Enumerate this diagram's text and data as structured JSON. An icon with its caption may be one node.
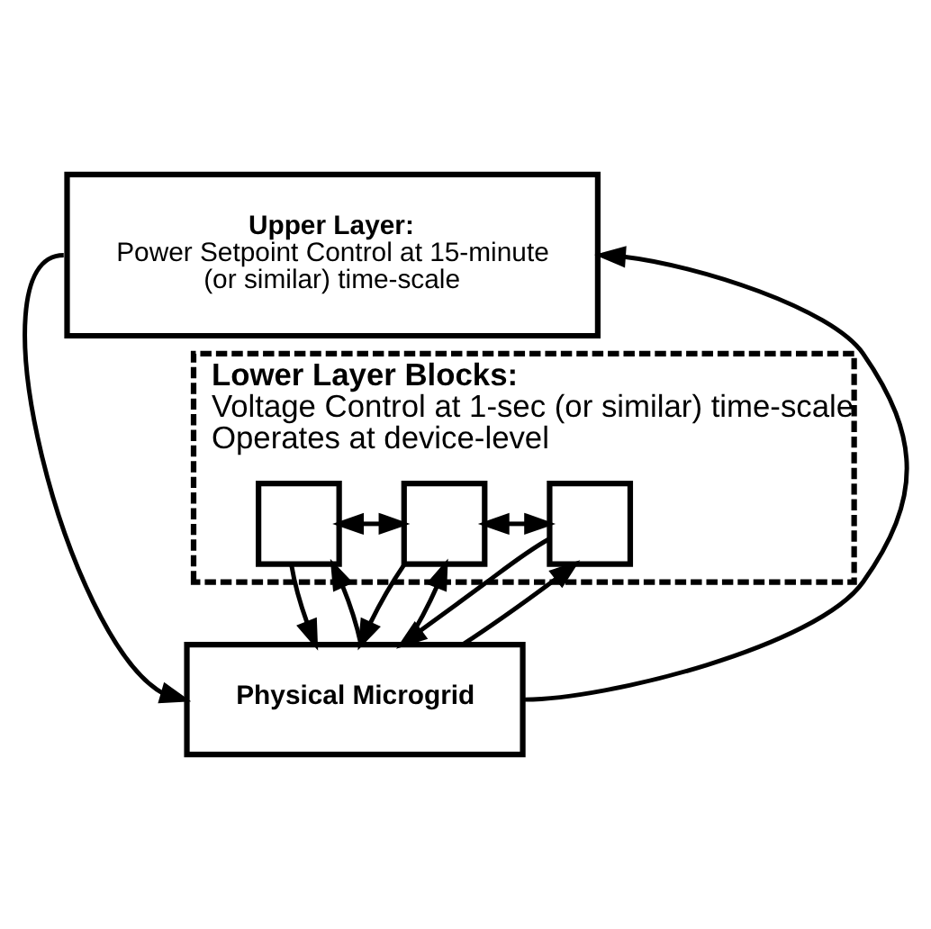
{
  "diagram": {
    "nodes": [
      {
        "text": [
          "Upper Layer:",
          "Power Setpoint Control at 15-minute (or similar) time-scale"
        ]
      },
      {
        "text": [
          "Lower Layer Blocks:",
          "Voltage Control at 1-sec (or similar) time-scale",
          "Operates at device-level"
        ]
      },
      {
        "text": [],
        "shape": "box",
        "in": 1
      },
      {
        "text": [],
        "shape": "box",
        "in": 1
      },
      {
        "text": [],
        "shape": "box",
        "in": 1
      },
      {
        "text": [
          "Physical Microgrid"
        ]
      }
    ],
    "edges": [
      {
        "from": 0,
        "to": 5,
        "arrow": "to"
      },
      {
        "from": 5,
        "to": 0,
        "arrow": "to"
      },
      {
        "from": 2,
        "to": 3,
        "arrow": "both"
      },
      {
        "from": 3,
        "to": 4,
        "arrow": "both"
      },
      {
        "from": 2,
        "to": 5,
        "arrow": "to"
      },
      {
        "from": 5,
        "to": 2,
        "arrow": "to"
      },
      {
        "from": 3,
        "to": 5,
        "arrow": "to"
      },
      {
        "from": 5,
        "to": 3,
        "arrow": "to"
      },
      {
        "from": 4,
        "to": 5,
        "arrow": "to"
      },
      {
        "from": 5,
        "to": 4,
        "arrow": "to"
      }
    ]
  }
}
